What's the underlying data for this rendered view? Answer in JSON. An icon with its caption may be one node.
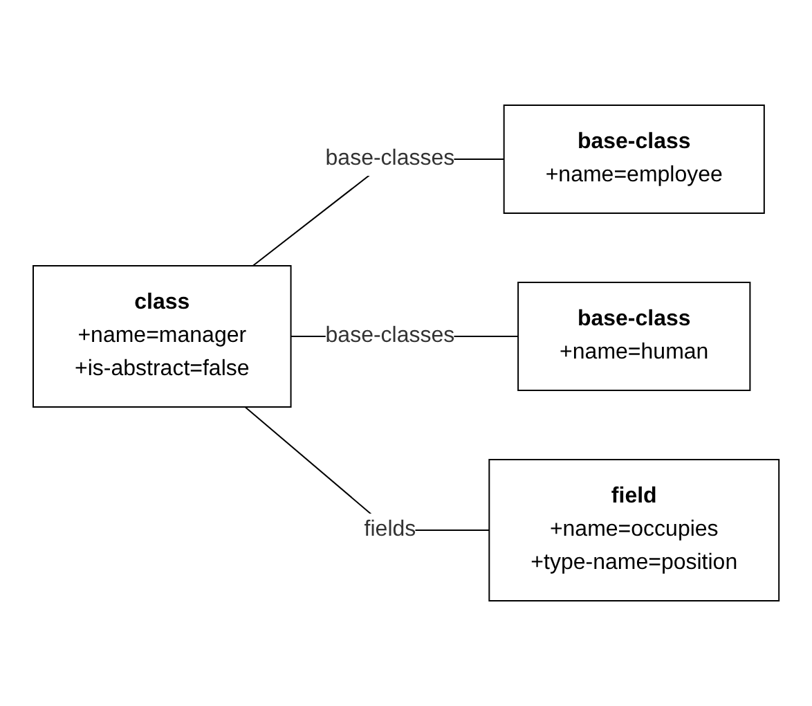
{
  "diagram": {
    "nodes": [
      {
        "text": [
          "class",
          "+name=manager",
          "+is-abstract=false"
        ]
      },
      {
        "text": [
          "base-class",
          "+name=employee"
        ]
      },
      {
        "text": [
          "base-class",
          "+name=human"
        ]
      },
      {
        "text": [
          "field",
          "+name=occupies",
          "+type-name=position"
        ]
      }
    ],
    "edges": [
      {
        "from": 0,
        "to": 1,
        "arrow": "none",
        "label": "base-classes"
      },
      {
        "from": 0,
        "to": 2,
        "arrow": "none",
        "label": "base-classes"
      },
      {
        "from": 0,
        "to": 3,
        "arrow": "none",
        "label": "fields"
      }
    ]
  }
}
